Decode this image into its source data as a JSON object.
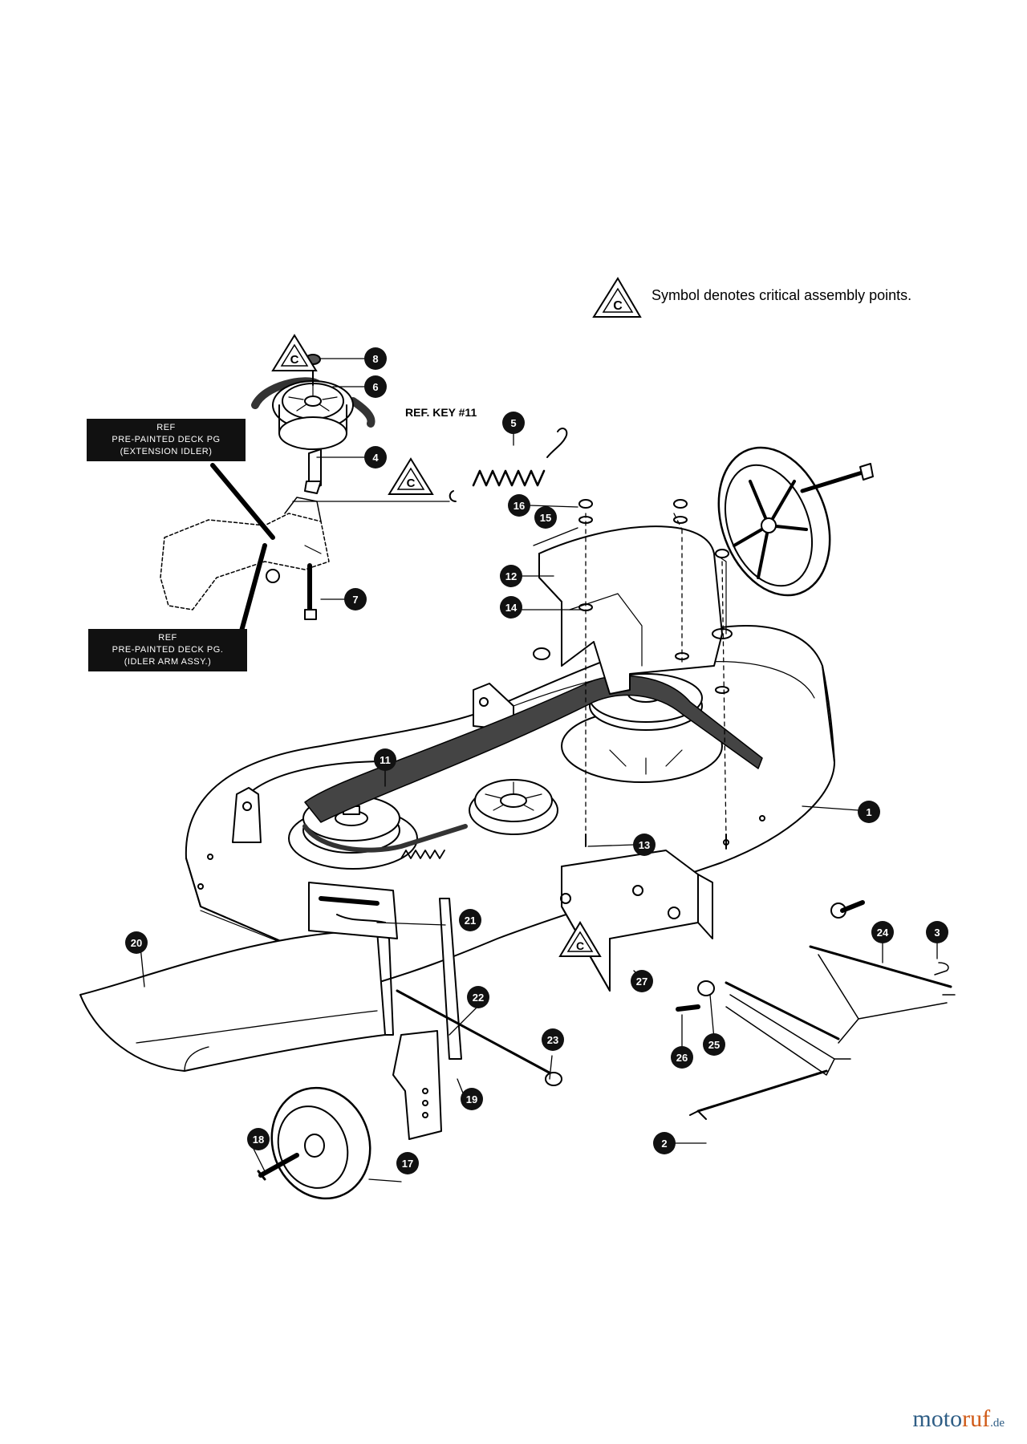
{
  "legend": {
    "symbol": "C",
    "text": "Symbol denotes critical assembly points."
  },
  "ref_boxes": [
    {
      "lines": [
        "REF",
        "PRE-PAINTED DECK PG",
        "(EXTENSION IDLER)"
      ]
    },
    {
      "lines": [
        "REF",
        "PRE-PAINTED DECK PG.",
        "(IDLER ARM ASSY.)"
      ]
    }
  ],
  "ref_key": "REF. KEY #11",
  "critical_marks": [
    "C",
    "C",
    "C"
  ],
  "callouts": [
    "1",
    "2",
    "3",
    "4",
    "5",
    "6",
    "7",
    "8",
    "11",
    "12",
    "13",
    "14",
    "15",
    "16",
    "17",
    "18",
    "19",
    "20",
    "21",
    "22",
    "23",
    "24",
    "25",
    "26",
    "27"
  ],
  "watermark": {
    "part1": "moto",
    "part2": "ruf",
    "suffix": ".de"
  }
}
